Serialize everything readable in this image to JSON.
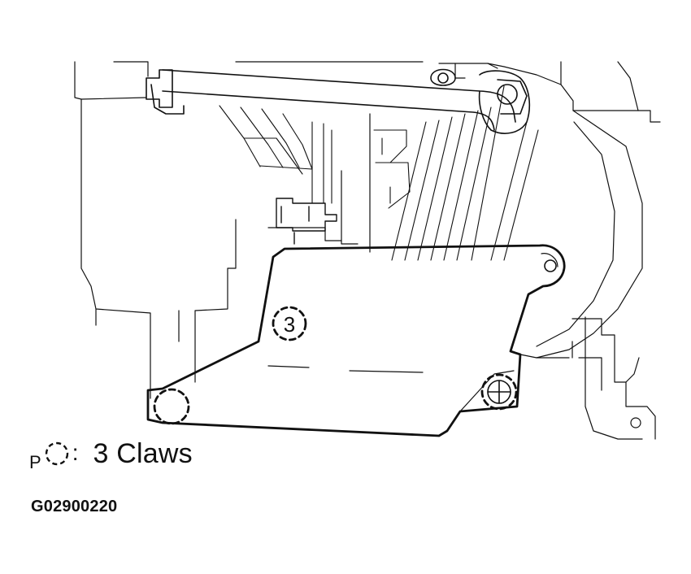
{
  "diagram": {
    "callout_number": "3"
  },
  "legend": {
    "prefix": "P",
    "colon": ":",
    "text": "3 Claws"
  },
  "figure_code": "G02900220",
  "colors": {
    "ink": "#111111",
    "background": "#ffffff"
  },
  "icons": {
    "claw_marker": "dashed-circle-icon",
    "screw": "screw-icon"
  }
}
